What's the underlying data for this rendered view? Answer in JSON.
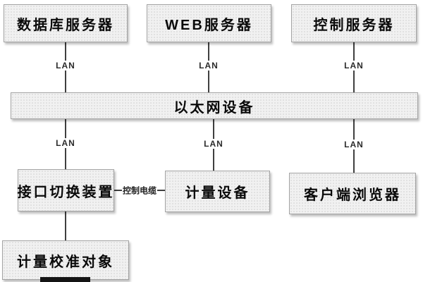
{
  "diagram": {
    "title_implicit": "network-metering-architecture",
    "colors": {
      "background": "#ffffff",
      "box_fill": "#f1f1f1",
      "box_border": "#a3a3a3",
      "box_shadow": "rgba(0,0,0,0.25)",
      "line": "#3f3f3f",
      "text": "#0a0a0a",
      "edge_label_text": "#2b2b2b",
      "bottom_bar": "#141414"
    },
    "nodes": {
      "database_server": "数据库服务器",
      "web_server": "WEB服务器",
      "control_server": "控制服务器",
      "ethernet_device": "以太网设备",
      "interface_switch": "接口切换装置",
      "metering_device": "计量设备",
      "client_browser": "客户端浏览器",
      "calibration_object": "计量校准对象"
    },
    "labels": {
      "lan": "LAN",
      "control_cable": "控制电缆"
    },
    "edges": [
      {
        "from": "database_server",
        "to": "ethernet_device",
        "label": "LAN"
      },
      {
        "from": "web_server",
        "to": "ethernet_device",
        "label": "LAN"
      },
      {
        "from": "control_server",
        "to": "ethernet_device",
        "label": "LAN"
      },
      {
        "from": "ethernet_device",
        "to": "interface_switch",
        "label": "LAN"
      },
      {
        "from": "ethernet_device",
        "to": "metering_device",
        "label": "LAN"
      },
      {
        "from": "ethernet_device",
        "to": "client_browser",
        "label": "LAN"
      },
      {
        "from": "interface_switch",
        "to": "metering_device",
        "label": "控制电缆"
      },
      {
        "from": "interface_switch",
        "to": "calibration_object",
        "label": ""
      }
    ]
  }
}
